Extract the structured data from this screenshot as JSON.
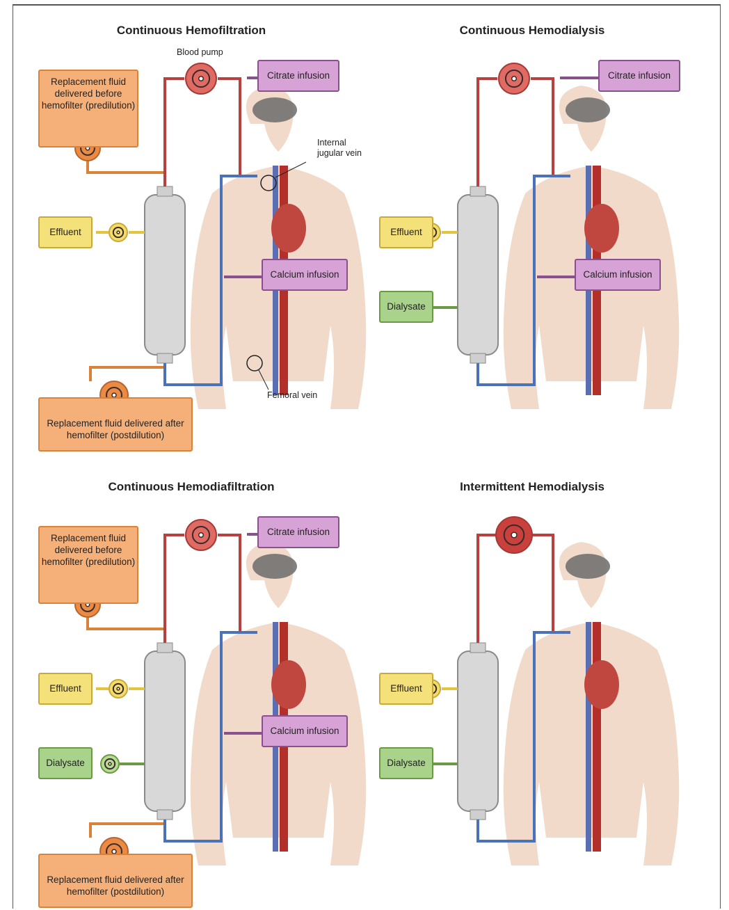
{
  "panels": [
    {
      "title": "Continuous Hemofiltration",
      "labels": {
        "blood_pump": "Blood pump",
        "internal_jugular": "Internal jugular vein",
        "femoral": "Femoral vein"
      },
      "boxes": {
        "citrate": "Citrate infusion",
        "predilution": "Replacement fluid delivered before hemofilter (predilution)",
        "effluent": "Effluent",
        "calcium": "Calcium infusion",
        "postdilution": "Replacement fluid delivered after hemofilter (postdilution)"
      }
    },
    {
      "title": "Continuous Hemodialysis",
      "boxes": {
        "citrate": "Citrate infusion",
        "effluent": "Effluent",
        "calcium": "Calcium infusion",
        "dialysate": "Dialysate"
      }
    },
    {
      "title": "Continuous Hemodiafiltration",
      "boxes": {
        "citrate": "Citrate infusion",
        "predilution": "Replacement fluid delivered before hemofilter (predilution)",
        "effluent": "Effluent",
        "calcium": "Calcium infusion",
        "dialysate": "Dialysate",
        "postdilution": "Replacement fluid delivered after hemofilter (postdilution)"
      }
    },
    {
      "title": "Intermittent Hemodialysis",
      "boxes": {
        "effluent": "Effluent",
        "dialysate": "Dialysate"
      }
    }
  ],
  "colors": {
    "arterial": "#b8403f",
    "venous": "#4a72b8",
    "citrate": "#8a4f8e",
    "replacement": "#d9823c",
    "effluent": "#e3c43a",
    "dialysate": "#6a9a43",
    "skin": "#efd6c4"
  }
}
